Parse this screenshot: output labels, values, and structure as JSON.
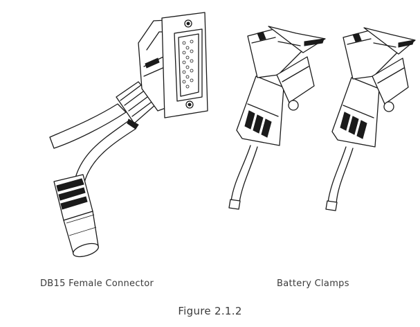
{
  "captions": {
    "left": "DB15 Female Connector",
    "right": "Battery Clamps"
  },
  "figure_label": "Figure 2.1.2",
  "icons": [
    "db15-connector-illustration",
    "battery-clamp-illustration"
  ]
}
